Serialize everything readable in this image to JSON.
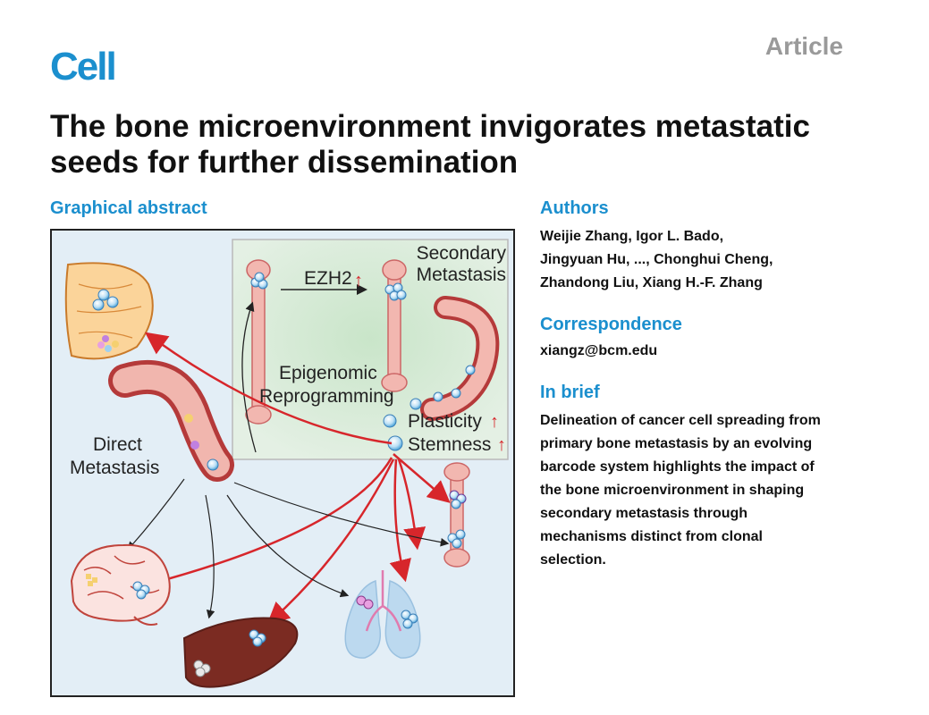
{
  "header": {
    "journal": "Cell",
    "article_type": "Article"
  },
  "title": "The bone microenvironment invigorates metastatic seeds for further dissemination",
  "graphical_abstract": {
    "heading": "Graphical abstract",
    "labels": {
      "secondary_line1": "Secondary",
      "secondary_line2": "Metastasis",
      "ezh2": "EZH2",
      "epigenomic": "Epigenomic",
      "reprogramming": "Reprogramming",
      "plasticity": "Plasticity",
      "stemness": "Stemness",
      "direct": "Direct",
      "metastasis": "Metastasis"
    }
  },
  "authors": {
    "heading": "Authors",
    "line1": "Weijie Zhang, Igor L. Bado,",
    "line2": "Jingyuan Hu, ..., Chonghui Cheng,",
    "line3": "Zhandong Liu, Xiang H.-F. Zhang"
  },
  "correspondence": {
    "heading": "Correspondence",
    "email": "xiangz@bcm.edu"
  },
  "in_brief": {
    "heading": "In brief",
    "lines": [
      "Delineation of cancer cell spreading from",
      "primary bone metastasis by an evolving",
      "barcode system highlights the impact of",
      "the bone microenvironment in shaping",
      "secondary metastasis through",
      "mechanisms distinct from clonal",
      "selection."
    ]
  },
  "colors": {
    "brand_blue": "#1b8fce",
    "arrow_red": "#d7262b",
    "figure_bg": "#e3eef6",
    "inset_bg": "#d6ead8"
  }
}
